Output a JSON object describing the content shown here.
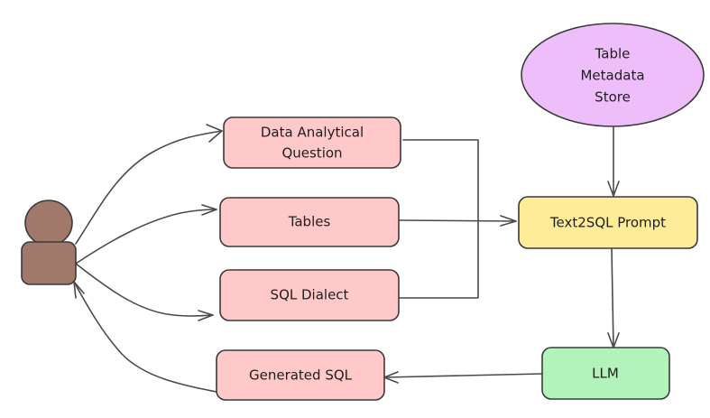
{
  "diagram": {
    "type": "flowchart",
    "style": "hand-drawn",
    "colors": {
      "actor": "#a0796b",
      "input_box": "#ffc9c9",
      "prompt_box": "#ffec99",
      "llm_box": "#b2f2bb",
      "store_ellipse": "#eebefa",
      "stroke": "#3a3a3a"
    },
    "actor": {
      "name": "user",
      "icon": "person-icon"
    },
    "nodes": {
      "question": {
        "lines": [
          "Data Analytical",
          "Question"
        ]
      },
      "tables": {
        "lines": [
          "Tables"
        ]
      },
      "dialect": {
        "lines": [
          "SQL Dialect"
        ]
      },
      "generated": {
        "lines": [
          "Generated SQL"
        ]
      },
      "prompt": {
        "lines": [
          "Text2SQL Prompt"
        ]
      },
      "llm": {
        "lines": [
          "LLM"
        ]
      },
      "store": {
        "lines": [
          "Table",
          "Metadata",
          "Store"
        ]
      }
    },
    "edges": [
      {
        "from": "user",
        "to": "question"
      },
      {
        "from": "user",
        "to": "tables"
      },
      {
        "from": "user",
        "to": "dialect"
      },
      {
        "from": "question",
        "to": "prompt",
        "via": "bracket"
      },
      {
        "from": "tables",
        "to": "prompt"
      },
      {
        "from": "dialect",
        "to": "prompt",
        "via": "bracket"
      },
      {
        "from": "store",
        "to": "prompt"
      },
      {
        "from": "prompt",
        "to": "llm"
      },
      {
        "from": "llm",
        "to": "generated"
      },
      {
        "from": "generated",
        "to": "user"
      }
    ]
  }
}
